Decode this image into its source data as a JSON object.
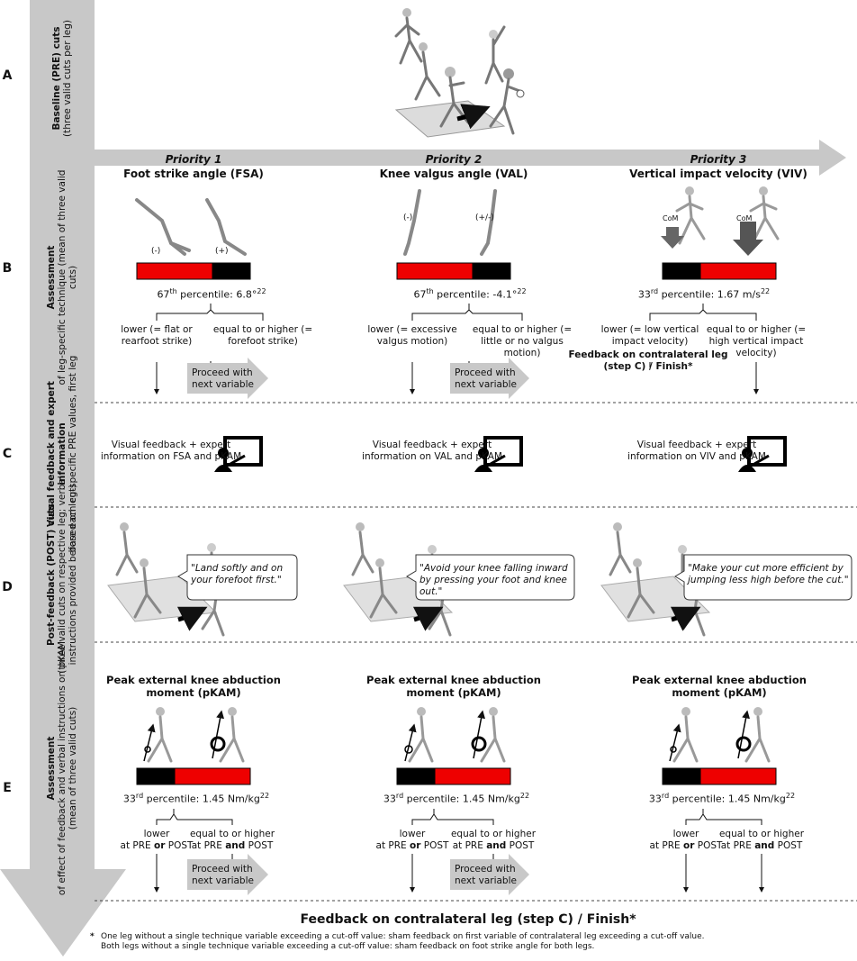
{
  "rows": [
    {
      "letter": "A",
      "title": "Baseline (PRE) cuts",
      "subtitle": "(three valid cuts per leg)"
    },
    {
      "letter": "B",
      "title": "Assessment",
      "subtitle": "of leg-specific technique (mean of three valid cuts)"
    },
    {
      "letter": "C",
      "title": "Visual feedback and expert information",
      "subtitle": "based on leg-specific PRE values, first leg"
    },
    {
      "letter": "D",
      "title": "Post-feedback (POST) cuts",
      "subtitle": "(three valid cuts on respective leg; verbal instructions provided before each cut)"
    },
    {
      "letter": "E",
      "title": "Assessment",
      "subtitle": "of effect of feedback and verbal instructions on pKAM (mean of three valid cuts)"
    }
  ],
  "columns": [
    {
      "priority": "Priority 1",
      "variable": "Foot strike angle (FSA)",
      "signs": [
        "(-)",
        "(+)"
      ],
      "percentile_ord": "67",
      "percentile_sup": "th",
      "percentile_label": " percentile: ",
      "percentile_value": "6.8°",
      "percentile_ref": "22",
      "lower": "lower (= flat or rearfoot strike)",
      "higher": "equal to or higher (= forefoot strike)",
      "proceed": "Proceed with next variable",
      "visual": "Visual feedback + expert information on FSA and pKAM",
      "quote": "\"Land softly and on your forefoot first.\""
    },
    {
      "priority": "Priority 2",
      "variable": "Knee valgus angle (VAL)",
      "signs": [
        "(-)",
        "(+/-)"
      ],
      "percentile_ord": "67",
      "percentile_sup": "th",
      "percentile_label": " percentile: ",
      "percentile_value": "-4.1°",
      "percentile_ref": "22",
      "lower": "lower (= excessive valgus motion)",
      "higher": "equal to or higher (= little or no valgus motion)",
      "proceed": "Proceed with next variable",
      "visual": "Visual feedback + expert information on VAL and pKAM",
      "quote": "\"Avoid your knee falling inward by pressing your foot and knee out.\""
    },
    {
      "priority": "Priority 3",
      "variable": "Vertical impact velocity (VIV)",
      "com_labels": [
        "CoM",
        "CoM"
      ],
      "percentile_ord": "33",
      "percentile_sup": "rd",
      "percentile_label": " percentile: ",
      "percentile_value": "1.67 m/s",
      "percentile_ref": "22",
      "lower": "lower (= low vertical impact velocity)",
      "higher": "equal to or higher (= high vertical impact velocity)",
      "feedback_contra": "Feedback on contralateral leg (step C) / Finish*",
      "visual": "Visual feedback + expert information on VIV and pKAM",
      "quote": "\"Make your cut more efficient by jumping less high before the cut.\""
    }
  ],
  "pkam": {
    "title": "Peak external knee abduction moment (pKAM)",
    "percentile_ord": "33",
    "percentile_sup": "rd",
    "percentile_label": " percentile: ",
    "percentile_value": "1.45 Nm/kg",
    "percentile_ref": "22",
    "lower_1": "lower",
    "lower_2a": "at PRE ",
    "lower_2b": "or",
    "lower_2c": " POST",
    "higher_1": "equal to or higher",
    "higher_2a": "at PRE ",
    "higher_2b": "and",
    "higher_2c": " POST",
    "proceed": "Proceed with next variable"
  },
  "final": "Feedback on contralateral leg (step C) / Finish*",
  "footnote_mark": "*",
  "footnote_1": "One leg without a single technique variable exceeding a cut-off value: sham feedback on first variable of contralateral leg exceeding a cut-off value.",
  "footnote_2": "Both legs without a single technique variable exceeding a cut-off value: sham feedback on foot strike angle for both legs.",
  "colors": {
    "red": "#ee0000",
    "black": "#000000",
    "arrow": "#c8c8c8",
    "dash": "#444444"
  }
}
